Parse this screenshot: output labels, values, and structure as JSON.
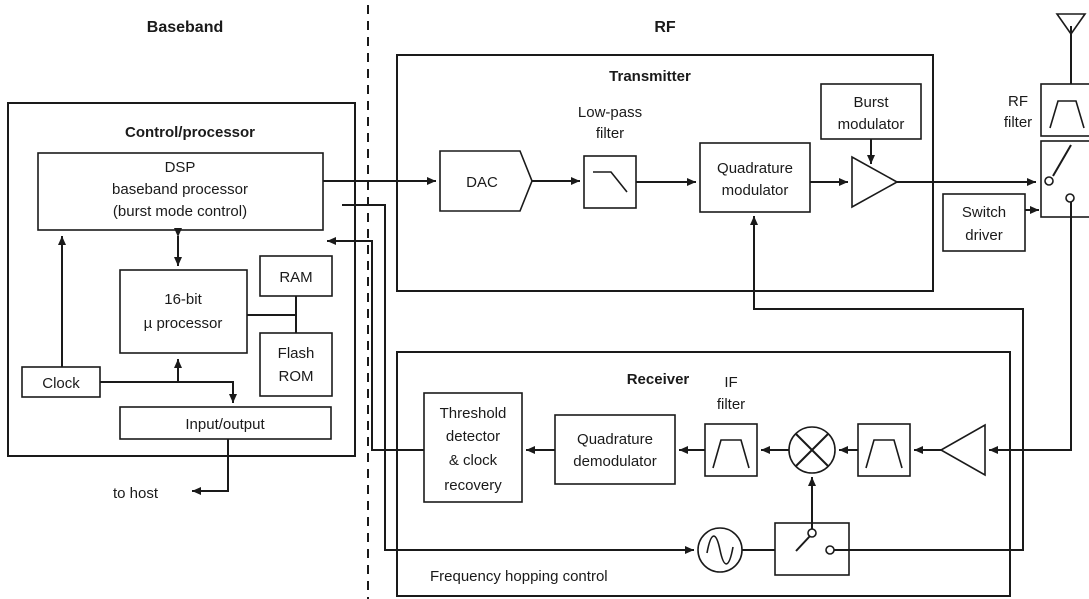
{
  "sections": {
    "baseband": "Baseband",
    "rf": "RF"
  },
  "control": {
    "title": "Control/processor",
    "dsp_1": "DSP",
    "dsp_2": "baseband processor",
    "dsp_3": "(burst mode control)",
    "cpu_1": "16-bit",
    "cpu_2": "µ processor",
    "ram": "RAM",
    "flash_1": "Flash",
    "flash_2": "ROM",
    "clock": "Clock",
    "io": "Input/output",
    "host": "to host"
  },
  "transmitter": {
    "title": "Transmitter",
    "dac": "DAC",
    "lpf_1": "Low-pass",
    "lpf_2": "filter",
    "qmod_1": "Quadrature",
    "qmod_2": "modulator",
    "burst_1": "Burst",
    "burst_2": "modulator"
  },
  "rf_front": {
    "filter_1": "RF",
    "filter_2": "filter",
    "switch_1": "Switch",
    "switch_2": "driver"
  },
  "receiver": {
    "title": "Receiver",
    "thr_1": "Threshold",
    "thr_2": "detector",
    "thr_3": "& clock",
    "thr_4": "recovery",
    "qdem_1": "Quadrature",
    "qdem_2": "demodulator",
    "if_1": "IF",
    "if_2": "filter",
    "hop": "Frequency hopping control"
  }
}
